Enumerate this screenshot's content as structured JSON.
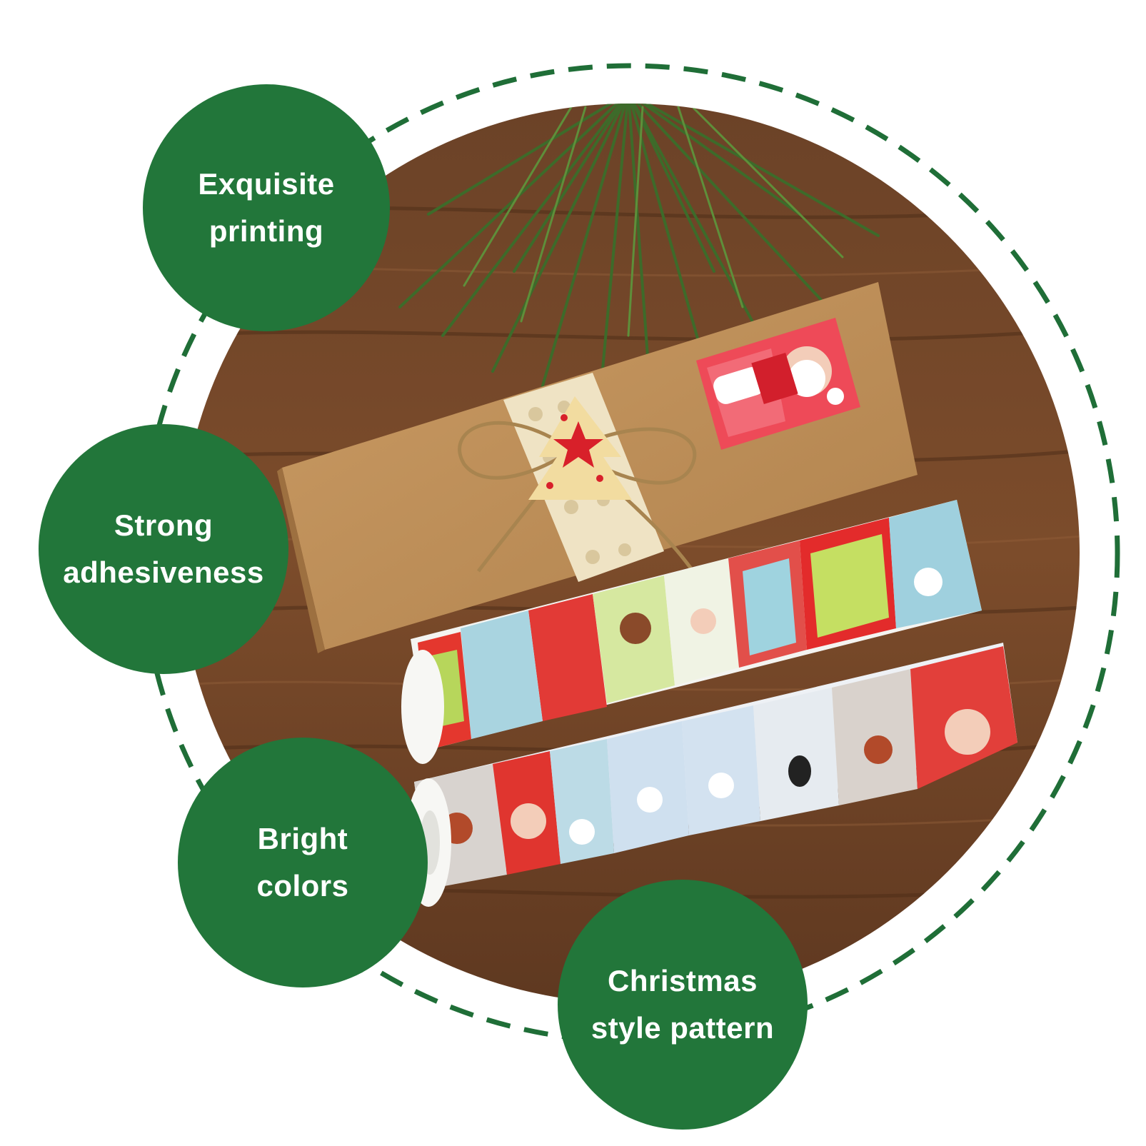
{
  "colors": {
    "badge_green": "#22763a",
    "dashed_ring": "#1f6e37",
    "background": "#ffffff"
  },
  "features": [
    {
      "line1": "Exquisite",
      "line2": "printing"
    },
    {
      "line1": "Strong",
      "line2": "adhesiveness"
    },
    {
      "line1": "Bright",
      "line2": "colors"
    },
    {
      "line1": "Christmas",
      "line2": "style pattern"
    }
  ]
}
